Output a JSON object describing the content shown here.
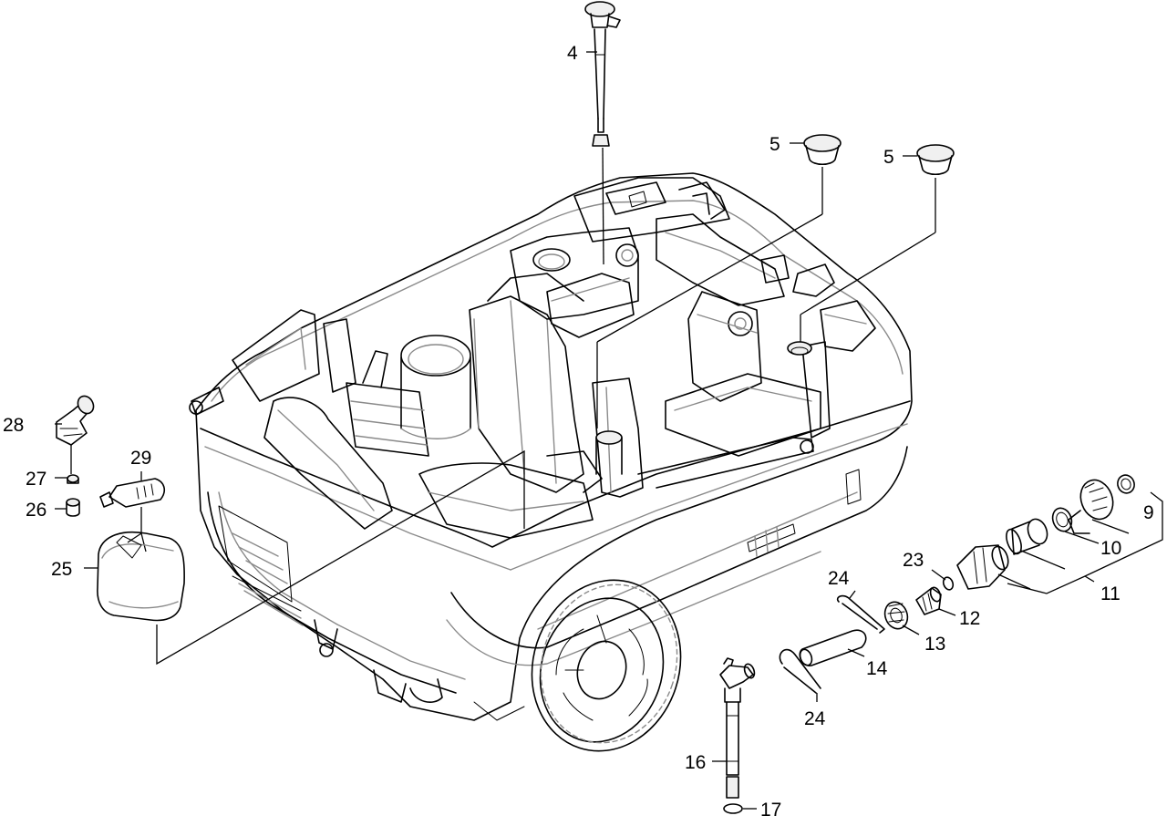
{
  "callouts": {
    "c4": "4",
    "c5a": "5",
    "c5b": "5",
    "c9": "9",
    "c10": "10",
    "c11": "11",
    "c12": "12",
    "c13": "13",
    "c14": "14",
    "c16": "16",
    "c17": "17",
    "c23": "23",
    "c24a": "24",
    "c24b": "24",
    "c25": "25",
    "c26": "26",
    "c27": "27",
    "c28": "28",
    "c29": "29"
  }
}
